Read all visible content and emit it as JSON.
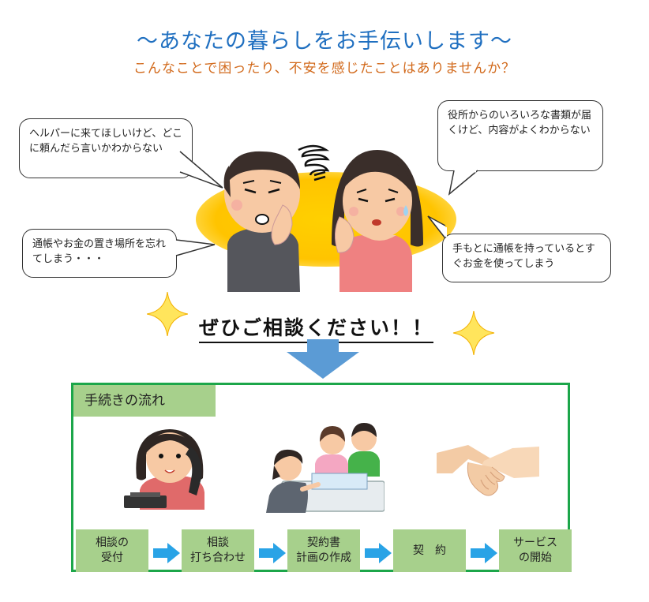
{
  "header": {
    "title": "～あなたの暮らしをお手伝いします～",
    "subtitle": "こんなことで困ったり、不安を感じたことはありませんか？"
  },
  "bubbles": {
    "top_left": "ヘルパーに来てほしいけど、どこに頼んだら言いかわからない",
    "bottom_left": "通帳やお金の置き場所を忘れてしまう・・・",
    "top_right": "役所からのいろいろな書類が届くけど、内容がよくわからない",
    "bottom_right": "手もとに通帳を持っているとすぐお金を使ってしまう"
  },
  "call_to_action": "ぜひご相談ください！！",
  "flow": {
    "header": "手続きの流れ",
    "steps": [
      {
        "label": "相談の\n受付"
      },
      {
        "label": "相談\n打ち合わせ"
      },
      {
        "label": "契約書\n計画の作成"
      },
      {
        "label": "契　約"
      },
      {
        "label": "サービス\nの開始"
      }
    ]
  },
  "colors": {
    "title": "#1f6fc0",
    "subtitle": "#d26a1c",
    "glow": "#ffc400",
    "flow_border": "#1ca64a",
    "step_fill": "#a7d08c",
    "arrow_blue": "#29a3e6",
    "down_arrow": "#5b9bd5"
  },
  "icons": [
    "sparkle-icon",
    "down-arrow-icon",
    "right-arrow-icon",
    "worry-scribble-icon",
    "handshake-icon"
  ]
}
